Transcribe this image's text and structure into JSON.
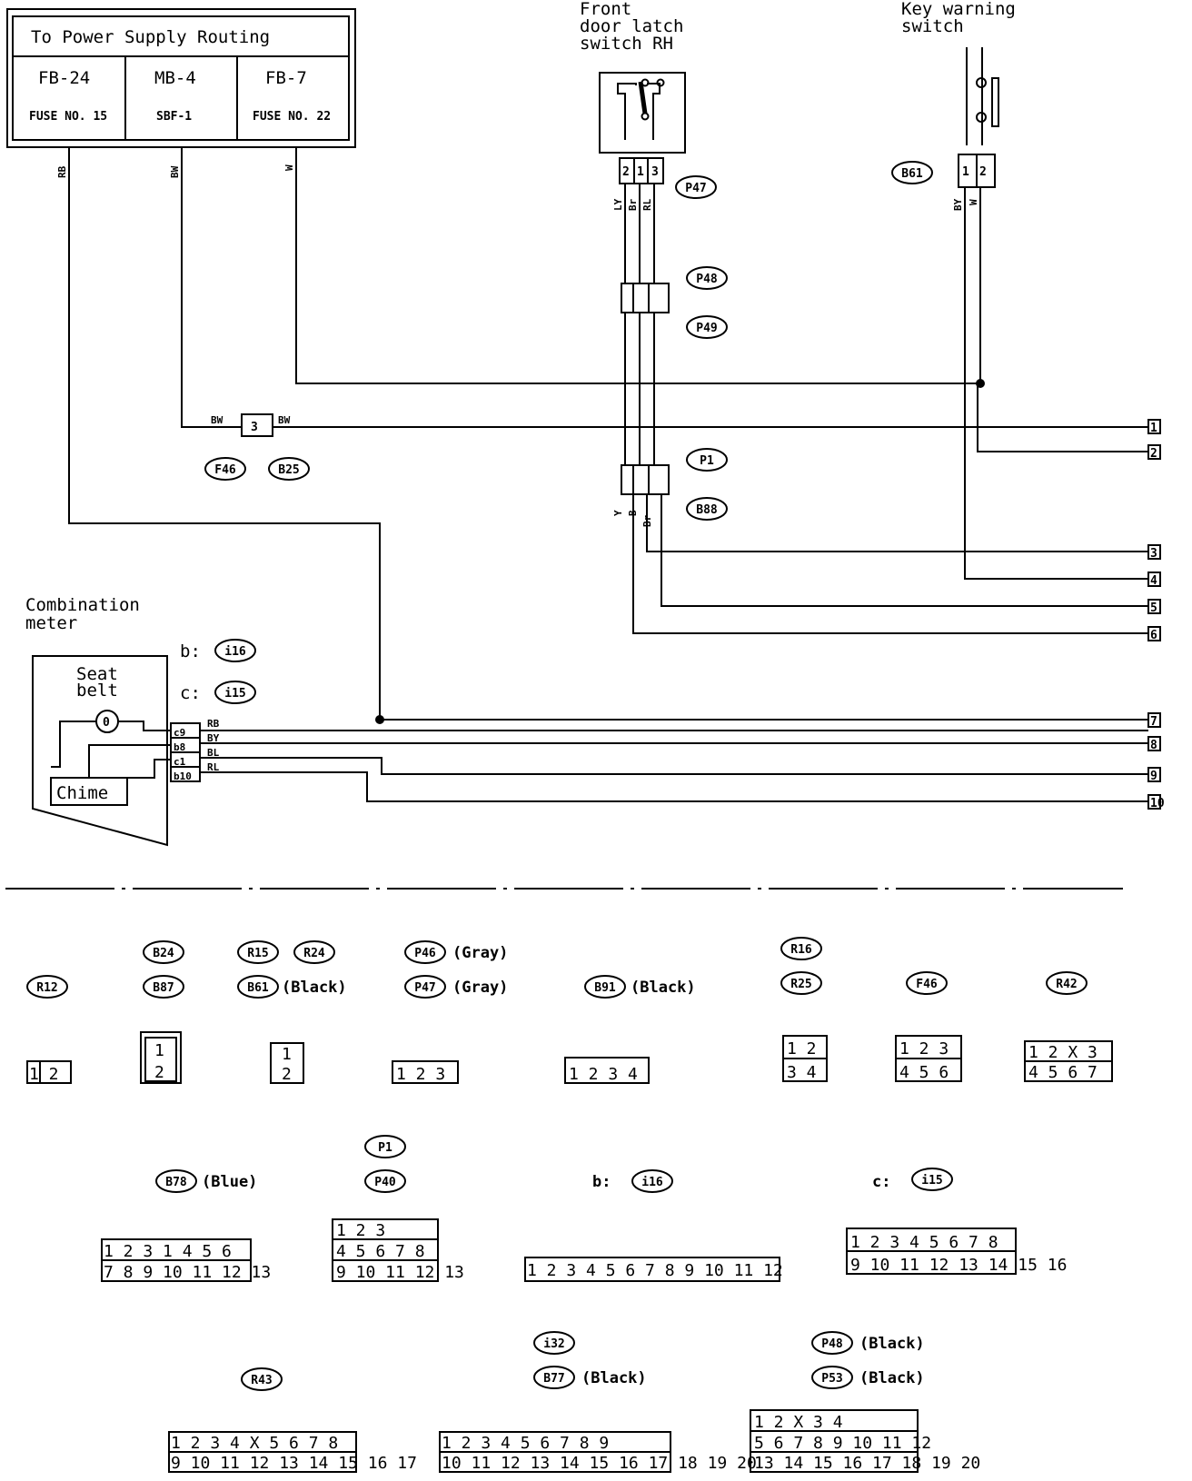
{
  "power_supply": {
    "title": "To Power Supply Routing",
    "cells": [
      {
        "code": "FB-24",
        "sub": "FUSE NO. 15"
      },
      {
        "code": "MB-4",
        "sub": "SBF-1"
      },
      {
        "code": "FB-7",
        "sub": "FUSE NO. 22"
      }
    ]
  },
  "components": {
    "latch_switch": {
      "lines": [
        "Front",
        "door latch",
        "switch RH"
      ]
    },
    "key_switch": {
      "lines": [
        "Key warning",
        "switch"
      ]
    },
    "meter": {
      "lines": [
        "Combination",
        "meter"
      ]
    },
    "seat_belt": {
      "lines": [
        "Seat",
        "belt"
      ]
    },
    "chime": "Chime",
    "lamp_symbol": "0",
    "meter_prefixes": [
      "b:",
      "c:"
    ]
  },
  "meter_pins": [
    "c9",
    "b8",
    "c1",
    "b10"
  ],
  "wire_colors": {
    "meter": [
      "RB",
      "BY",
      "BL",
      "RL"
    ],
    "bw_left": "BW",
    "bw_right": "BW",
    "power": [
      "RB",
      "BW",
      "W"
    ],
    "latch": [
      "LY",
      "Br",
      "RL"
    ],
    "key": [
      "BY",
      "W"
    ],
    "b88": [
      "Y",
      "B",
      "Br"
    ]
  },
  "inline": {
    "p47": [
      "2",
      "1",
      "3"
    ],
    "b61": [
      "1",
      "2"
    ],
    "splice": "3"
  },
  "refs": {
    "p47": "P47",
    "b61": "B61",
    "p48": "P48",
    "p49": "P49",
    "f46": "F46",
    "b25": "B25",
    "p1": "P1",
    "b88": "B88",
    "i16": "i16",
    "i15": "i15"
  },
  "terminals": [
    "1",
    "2",
    "3",
    "4",
    "5",
    "6",
    "7",
    "8",
    "9",
    "10"
  ],
  "legend": {
    "refs": [
      "R12",
      "B24",
      "B87",
      "R15",
      "R24",
      "B61",
      "P46",
      "P47",
      "B91",
      "R16",
      "R25",
      "F46",
      "R42",
      "P1",
      "B78",
      "P40",
      "i16",
      "i15",
      "i32",
      "P48",
      "R43",
      "B77",
      "P53"
    ],
    "notes": [
      "(Gray)",
      "(Black)",
      "(Gray)",
      "(Black)",
      "(Blue)",
      "(Black)",
      "(Black)",
      "(Black)",
      "b:",
      "c:"
    ],
    "pins": [
      "1 2",
      "1",
      "2",
      "1",
      "2",
      "1 2 3",
      "1 2 3 4",
      "1 2",
      "3 4",
      "1 2 3",
      "4 5 6",
      "1 2 X 3",
      "4 5 6 7",
      "1 2 3  1 4 5 6",
      "7 8 9 10 11 12 13",
      "1 2    3",
      "4 5 6 7 8",
      "9 10 11 12 13",
      "1 2 3 4 5 6 7 8 9 10 11 12",
      "1 2 3 4 5 6 7 8",
      "9 10 11 12 13 14 15 16",
      "1 2 3 4 X 5 6 7 8",
      "9 10 11 12 13 14 15 16 17",
      "1 2 3 4 5    6 7 8 9",
      "10 11 12 13 14 15 16 17 18 19 20",
      "1 2   X   3 4",
      "5 6 7 8 9 10 11 12",
      "13 14 15 16 17 18 19 20"
    ]
  }
}
